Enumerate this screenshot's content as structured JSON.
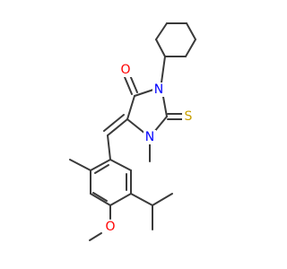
{
  "molecule": {
    "atoms": [
      {
        "id": "O_carbonyl",
        "label": "O",
        "color": "#ff0000"
      },
      {
        "id": "N3",
        "label": "N",
        "color": "#0000ff"
      },
      {
        "id": "S",
        "label": "S",
        "color": "#c8a000"
      },
      {
        "id": "N1",
        "label": "N",
        "color": "#0000ff"
      },
      {
        "id": "O_methoxy",
        "label": "O",
        "color": "#ff0000"
      }
    ],
    "bond_color": "#3a3a3a"
  }
}
